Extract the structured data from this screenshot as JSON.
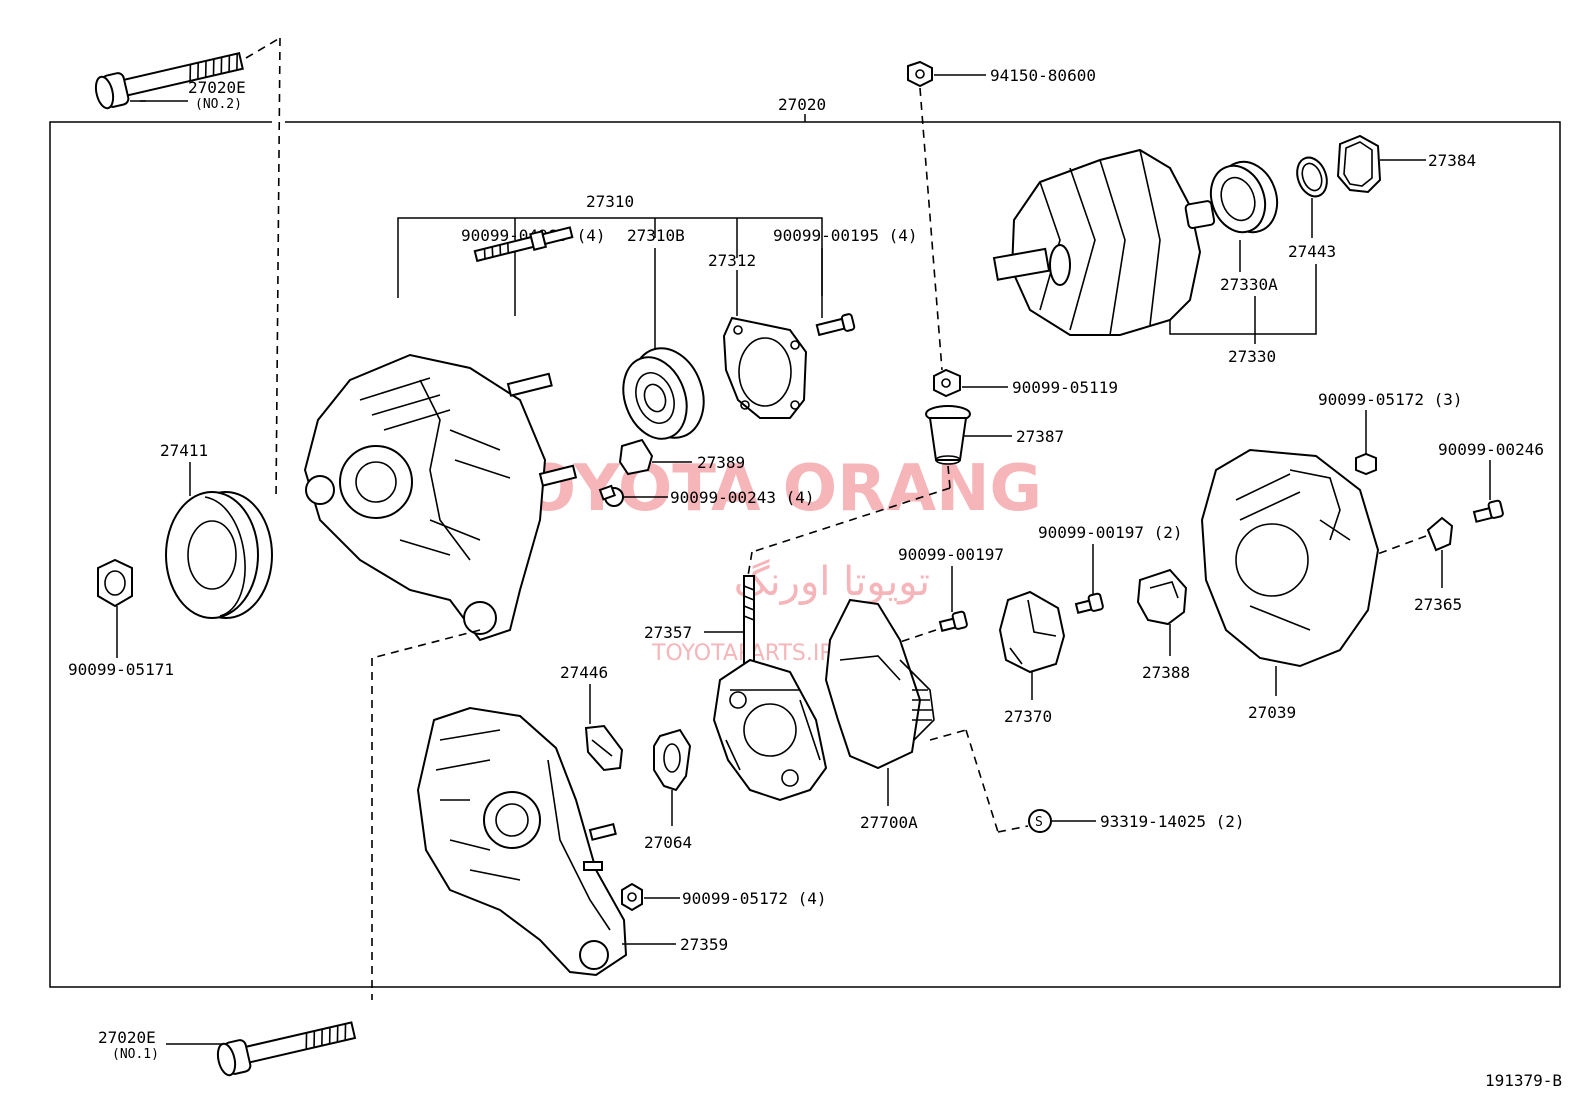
{
  "watermark": {
    "text_en": "TOYOTA ORANG",
    "text_fa": "تویوتا اورنگ",
    "text_url": "TOYOTAPARTS.IR"
  },
  "drawing_code": "191379-B",
  "labels": {
    "l27020": "27020",
    "l27020e_top": "27020E",
    "l27020e_top_no": "(NO.2)",
    "l27020e_bot": "27020E",
    "l27020e_bot_no": "(NO.1)",
    "l27310": "27310",
    "l90099_04966": "90099-04966 (4)",
    "l27310b": "27310B",
    "l27312": "27312",
    "l90099_00195": "90099-00195 (4)",
    "l94150_80600": "94150-80600",
    "l27384": "27384",
    "l27443": "27443",
    "l27330a": "27330A",
    "l27330": "27330",
    "l90099_05119": "90099-05119",
    "l27387": "27387",
    "l27389": "27389",
    "l90099_00243": "90099-00243 (4)",
    "l27411": "27411",
    "l90099_05171": "90099-05171",
    "l90099_05172_3": "90099-05172 (3)",
    "l90099_00246": "90099-00246",
    "l27365": "27365",
    "l27039": "27039",
    "l90099_00197": "90099-00197",
    "l90099_00197_2": "90099-00197 (2)",
    "l27370": "27370",
    "l27388": "27388",
    "l27357": "27357",
    "l27446": "27446",
    "l27064": "27064",
    "l27700a": "27700A",
    "l93319_sym": "S",
    "l93319": "93319-14025 (2)",
    "l90099_05172_4": "90099-05172 (4)",
    "l27359": "27359"
  }
}
